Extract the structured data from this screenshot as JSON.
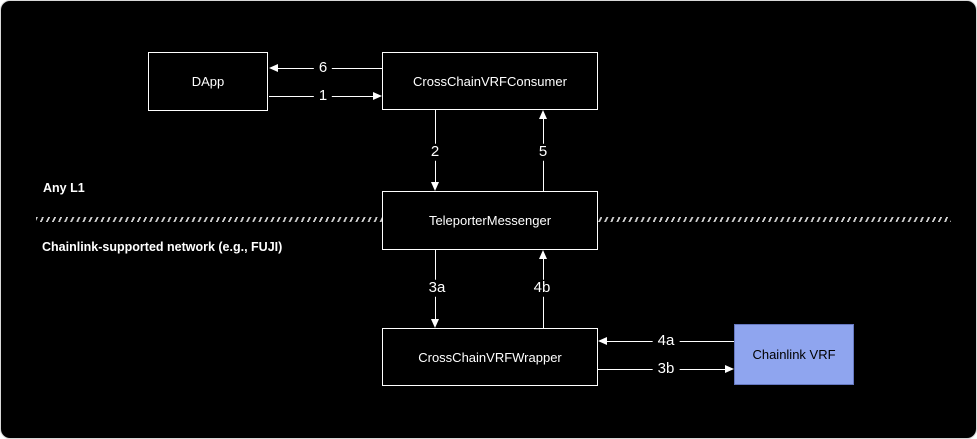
{
  "diagram": {
    "background_color": "#000000",
    "regions": {
      "top_label": "Any L1",
      "bottom_label": "Chainlink-supported network (e.g., FUJI)"
    },
    "nodes": {
      "dapp": {
        "label": "DApp",
        "fill": "#000000",
        "border": "#ffffff"
      },
      "cross_chain_vrf_consumer": {
        "label": "CrossChainVRFConsumer",
        "fill": "#000000",
        "border": "#ffffff"
      },
      "teleporter_messenger": {
        "label": "TeleporterMessenger",
        "fill": "#000000",
        "border": "#ffffff"
      },
      "cross_chain_vrf_wrapper": {
        "label": "CrossChainVRFWrapper",
        "fill": "#000000",
        "border": "#ffffff"
      },
      "chainlink_vrf": {
        "label": "Chainlink VRF",
        "fill": "#8FA5EF",
        "border": "#6678C0"
      }
    },
    "edges": {
      "step1": {
        "label": "1",
        "from": "dapp",
        "to": "cross_chain_vrf_consumer",
        "direction": "right"
      },
      "step2": {
        "label": "2",
        "from": "cross_chain_vrf_consumer",
        "to": "teleporter_messenger",
        "direction": "down"
      },
      "step3a": {
        "label": "3a",
        "from": "teleporter_messenger",
        "to": "cross_chain_vrf_wrapper",
        "direction": "down"
      },
      "step3b": {
        "label": "3b",
        "from": "cross_chain_vrf_wrapper",
        "to": "chainlink_vrf",
        "direction": "right"
      },
      "step4a": {
        "label": "4a",
        "from": "chainlink_vrf",
        "to": "cross_chain_vrf_wrapper",
        "direction": "left"
      },
      "step4b": {
        "label": "4b",
        "from": "cross_chain_vrf_wrapper",
        "to": "teleporter_messenger",
        "direction": "up"
      },
      "step5": {
        "label": "5",
        "from": "teleporter_messenger",
        "to": "cross_chain_vrf_consumer",
        "direction": "up"
      },
      "step6": {
        "label": "6",
        "from": "cross_chain_vrf_consumer",
        "to": "dapp",
        "direction": "left"
      }
    },
    "colors": {
      "line": "#ffffff",
      "separator": "#cccccc",
      "text": "#ffffff",
      "chainlink_fill": "#8FA5EF",
      "chainlink_border": "#6678C0",
      "chainlink_text": "#000000"
    }
  }
}
